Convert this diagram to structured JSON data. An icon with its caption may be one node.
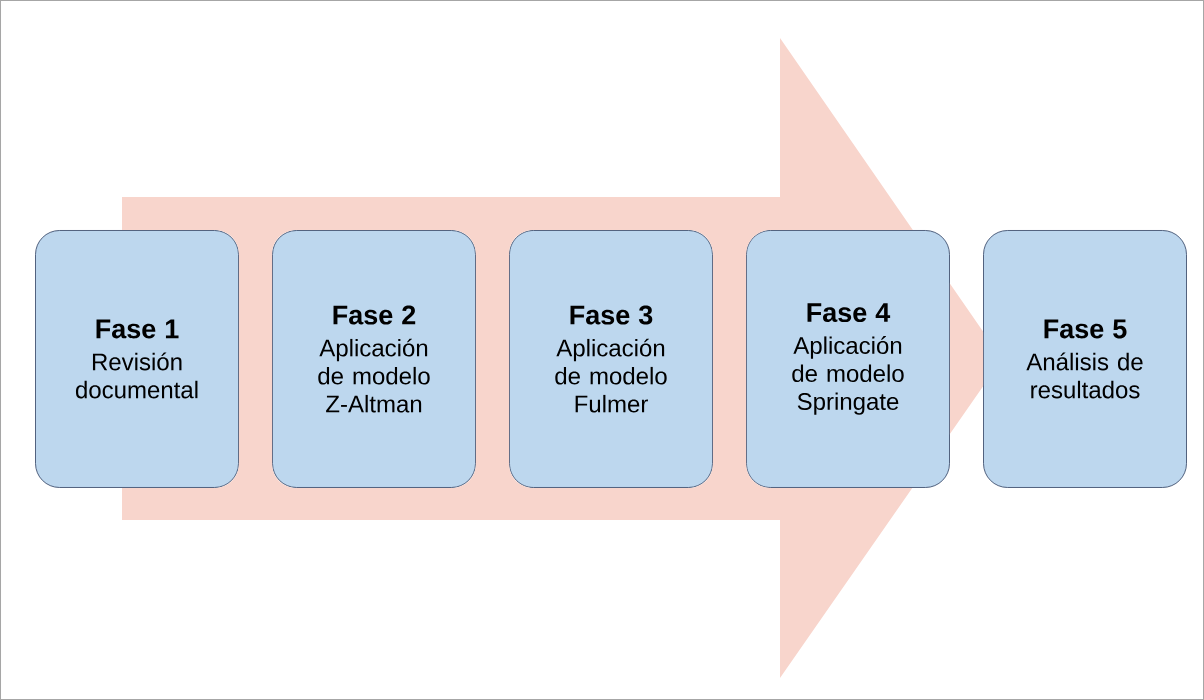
{
  "diagram": {
    "nodes": [
      {
        "text": [
          "Fase 1",
          "Revisión documental"
        ]
      },
      {
        "text": [
          "Fase 2",
          "Aplicación de modelo Z-Altman"
        ]
      },
      {
        "text": [
          "Fase 3",
          "Aplicación de modelo Fulmer"
        ]
      },
      {
        "text": [
          "Fase 4",
          "Aplicación de modelo Springate"
        ]
      },
      {
        "text": [
          "Fase 5",
          "Análisis de resultados"
        ]
      }
    ],
    "edges": [
      {
        "from": 0,
        "to": 4,
        "arrow": "to"
      }
    ]
  }
}
